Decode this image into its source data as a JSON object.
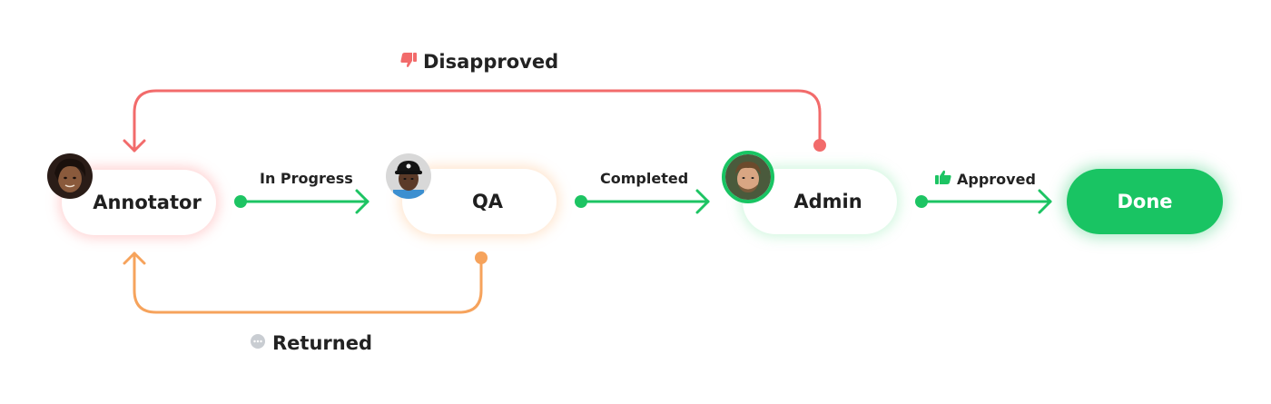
{
  "nodes": {
    "annotator": "Annotator",
    "qa": "QA",
    "admin": "Admin",
    "done": "Done"
  },
  "edges": {
    "in_progress": "In Progress",
    "completed": "Completed",
    "approved": "Approved",
    "disapproved": "Disapproved",
    "returned": "Returned"
  },
  "icons": {
    "approved": "thumbs-up-icon",
    "disapproved": "thumbs-down-icon",
    "returned": "speech-bubble-icon"
  },
  "colors": {
    "forward": "#1dc463",
    "disapproved": "#f26b6b",
    "returned": "#f6a35c",
    "done_fill": "#19c463"
  }
}
